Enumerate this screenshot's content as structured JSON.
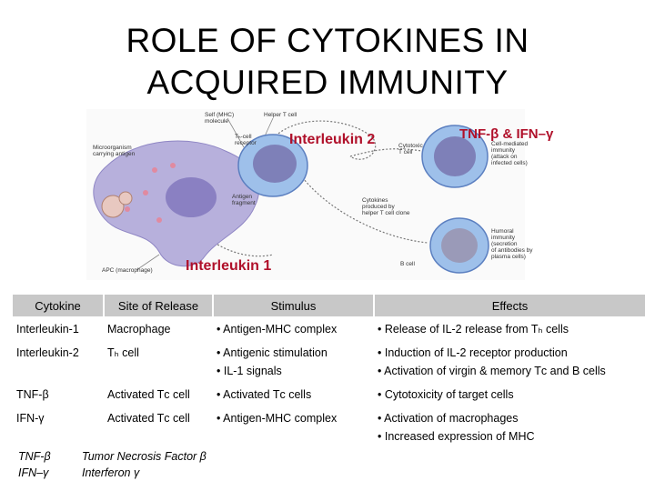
{
  "title": {
    "line1": "ROLE OF CYTOKINES IN",
    "line2": "ACQUIRED IMMUNITY"
  },
  "diagram": {
    "labels": {
      "interleukin2": "Interleukin 2",
      "tnf_ifn": "TNF-β & IFN–γ",
      "interleukin1": "Interleukin 1"
    },
    "small_labels": {
      "self_mhc": [
        "Self (MHC)",
        "molecule"
      ],
      "helper": "Helper T cell",
      "th_receptor": [
        "Tₕ-cell",
        "receptor"
      ],
      "microorganism": [
        "Microorganism",
        "carrying antigen"
      ],
      "cytotoxic": [
        "Cytotoxic",
        "T cell"
      ],
      "cell_mediated": [
        "Cell-mediated",
        "immunity",
        "(attack on",
        "infected cells)"
      ],
      "cytokines": [
        "Cytokines",
        "produced by",
        "helper T cell clone"
      ],
      "antigen_fragment": [
        "Antigen",
        "fragment"
      ],
      "humoral": [
        "Humoral",
        "immunity",
        "(secretion",
        "of antibodies by",
        "plasma cells)"
      ],
      "apc": "APC (macrophage)",
      "b_cell": "B cell"
    }
  },
  "table": {
    "headers": [
      "Cytokine",
      "Site of Release",
      "Stimulus",
      "Effects"
    ],
    "rows": [
      {
        "cytokine": "Interleukin-1",
        "site": "Macrophage",
        "stimulus": [
          "Antigen-MHC complex"
        ],
        "effects": [
          "Release of IL-2 release from Tₕ cells"
        ]
      },
      {
        "cytokine": "Interleukin-2",
        "site": "Tₕ cell",
        "stimulus": [
          "Antigenic stimulation",
          "IL-1 signals"
        ],
        "effects": [
          "Induction of IL-2 receptor production",
          "Activation of virgin & memory Tᴄ and B cells"
        ]
      },
      {
        "cytokine": "TNF-β",
        "site": "Activated Tᴄ cell",
        "stimulus": [
          "Activated Tᴄ cells"
        ],
        "effects": [
          "Cytotoxicity of target cells"
        ]
      },
      {
        "cytokine": "IFN-γ",
        "site": "Activated Tᴄ cell",
        "stimulus": [
          "Antigen-MHC complex"
        ],
        "effects": [
          "Activation of macrophages",
          "Increased expression of MHC"
        ]
      }
    ]
  },
  "legend": [
    {
      "abbr": "TNF-β",
      "full": "Tumor Necrosis Factor β"
    },
    {
      "abbr": "IFN–γ",
      "full": "Interferon γ"
    }
  ],
  "colors": {
    "accent_red": "#b0102a",
    "header_gray": "#c8c8c8",
    "macrophage": "#b7b0dc",
    "tcell": "#6d8ed0"
  }
}
